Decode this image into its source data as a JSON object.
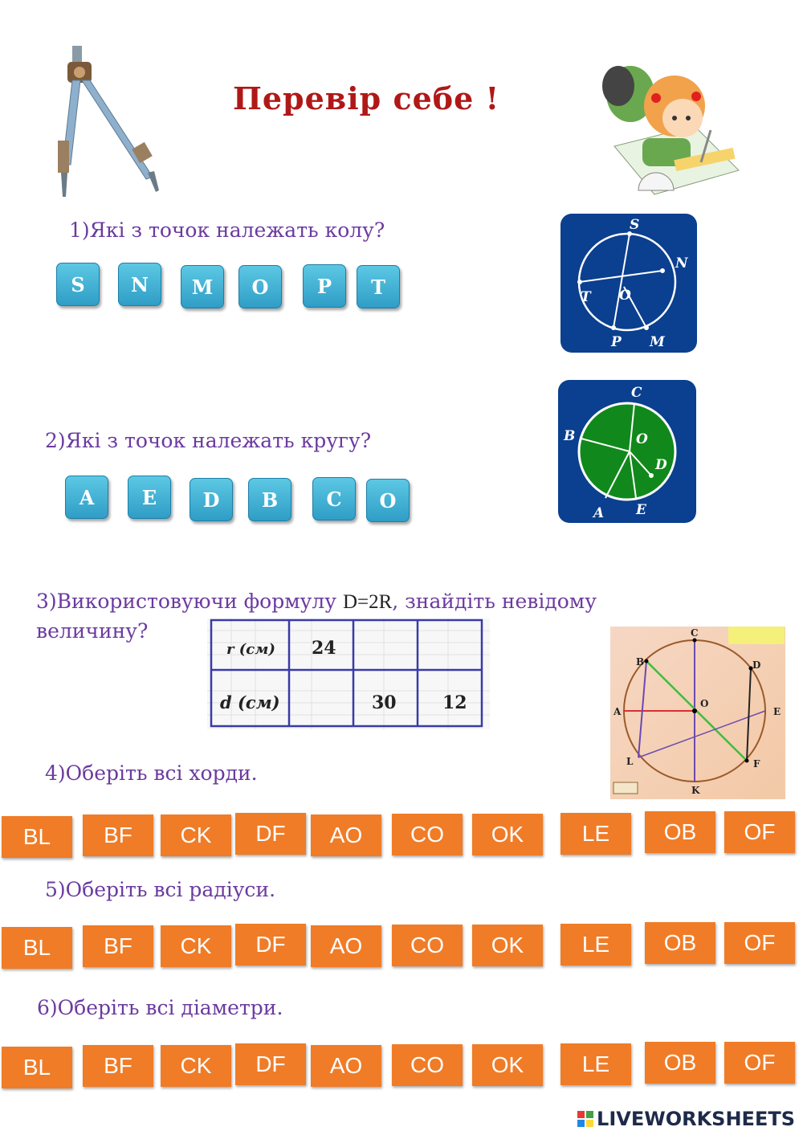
{
  "title": "Перевір себе !",
  "q1": {
    "num": "1)",
    "text": "Які з точок належать колу?",
    "options": [
      "S",
      "N",
      "M",
      "O",
      "P",
      "T"
    ]
  },
  "q1_figure": {
    "labels": [
      "S",
      "N",
      "T",
      "O",
      "P",
      "M"
    ]
  },
  "q2": {
    "num": "2)",
    "text": "Які з точок належать кругу?",
    "options": [
      "A",
      "E",
      "D",
      "B",
      "C",
      "O"
    ]
  },
  "q2_figure": {
    "labels": [
      "C",
      "B",
      "O",
      "D",
      "A",
      "E"
    ]
  },
  "q3": {
    "num": "3)",
    "text_before": "Використовуючи формулу ",
    "formula": "D=2R",
    "text_after": ", знайдіть невідому величину?"
  },
  "q3_table": {
    "rows": [
      {
        "label": "r (см)",
        "values": [
          "24",
          "",
          ""
        ]
      },
      {
        "label": "d (см)",
        "values": [
          "",
          "30",
          "12"
        ]
      }
    ]
  },
  "q3_figure": {
    "labels": [
      "C",
      "B",
      "D",
      "A",
      "O",
      "E",
      "L",
      "F",
      "K"
    ]
  },
  "q4": {
    "num": "4)",
    "text": "Оберіть всі хорди."
  },
  "q5": {
    "num": "5)",
    "text": "Оберіть всі радіуси."
  },
  "q6": {
    "num": "6)",
    "text": "Оберіть всі діаметри."
  },
  "segment_options": [
    "BL",
    "BF",
    "CK",
    "DF",
    "AO",
    "CO",
    "OK",
    "LE",
    "OB",
    "OF"
  ],
  "footer": {
    "brand": "LIVEWORKSHEETS"
  },
  "colors": {
    "title": "#b01818",
    "question": "#6b3aa0",
    "blue_button": "#3aaed4",
    "orange_button": "#f07c27",
    "figure_bg": "#0b3f8f",
    "disc": "#11881b"
  }
}
